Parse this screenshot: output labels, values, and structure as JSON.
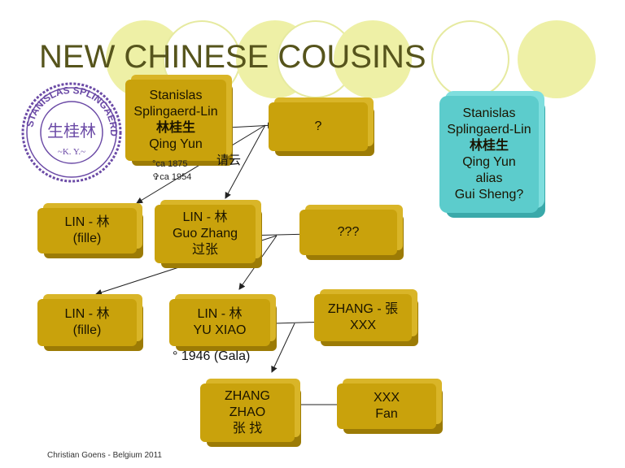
{
  "title": "NEW CHINESE COUSINS",
  "credit": "Christian Goens - Belgium 2011",
  "stamp": {
    "ring_text": "STANISLAS SPLINGAERD",
    "center_text": "生桂林",
    "bottom_text": "~K. Y.~",
    "color": "#6b4aa6"
  },
  "nodes": {
    "stanislas": {
      "line1": "Stanislas",
      "line2": "Splingaerd-Lin",
      "line3": "林桂生",
      "line4": "Qing Yun"
    },
    "unknown1": {
      "line1": "?"
    },
    "teal": {
      "line1": "Stanislas",
      "line2": "Splingaerd-Lin",
      "line3": "林桂生",
      "line4": "Qing Yun",
      "line5": "alias",
      "line6": "Gui Sheng?"
    },
    "lin_fille1": {
      "line1": "LIN - 林",
      "line2": "(fille)"
    },
    "guo_zhang": {
      "line1": "LIN - 林",
      "line2": "Guo Zhang",
      "line3": "过张"
    },
    "unknown3": {
      "line1": "???"
    },
    "lin_fille2": {
      "line1": "LIN - 林",
      "line2": "(fille)"
    },
    "yu_xiao": {
      "line1": "LIN - 林",
      "line2": "YU XIAO"
    },
    "zhang_xxx": {
      "line1": "ZHANG - 張",
      "line2": "XXX"
    },
    "zhang_zhao": {
      "line1": "ZHANG",
      "line2": "ZHAO",
      "line3": "张 找"
    },
    "xxx_fan": {
      "line1": "XXX",
      "line2": "Fan"
    }
  },
  "annotations": {
    "qing_yun_chars": "请云",
    "born": "°ca 1875",
    "died": "✞ca 1954",
    "marriage": "° 1946 (Gala)"
  },
  "colors": {
    "box": "#c9a20c",
    "teal": "#5ccccc",
    "title": "#56541c",
    "circle": "#eef0a6"
  }
}
